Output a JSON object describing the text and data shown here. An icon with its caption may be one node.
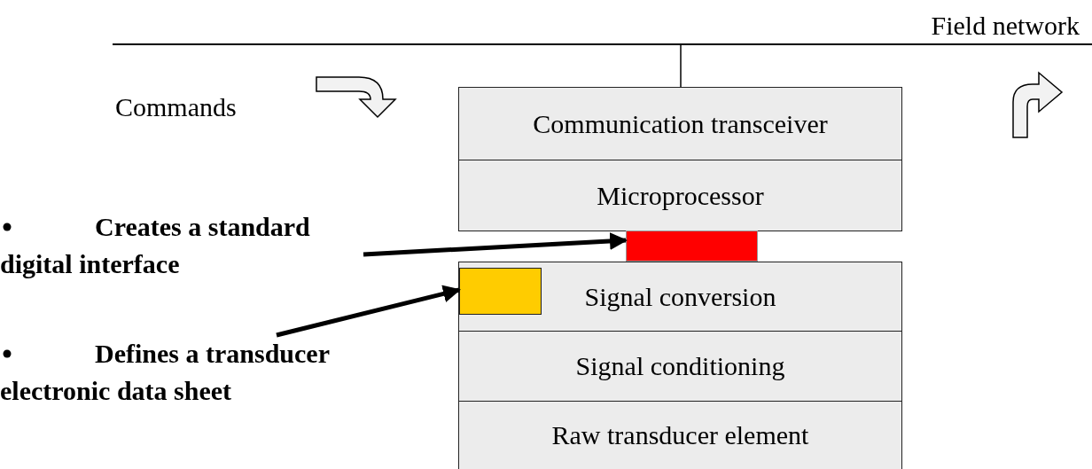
{
  "diagram": {
    "nodes": [
      {
        "text": [
          "Field network"
        ]
      },
      {
        "text": [
          "Communication transceiver"
        ]
      },
      {
        "text": [
          "Microprocessor"
        ]
      },
      {
        "text": [],
        "shape": "box"
      },
      {
        "text": [
          "Signal conversion"
        ]
      },
      {
        "text": [],
        "shape": "box",
        "in": 4
      },
      {
        "text": [
          "Signal conditioning"
        ]
      },
      {
        "text": [
          "Raw transducer element"
        ]
      },
      {
        "text": [
          "Creates a standard digital interface"
        ]
      },
      {
        "text": [
          "Defines a transducer electronic data sheet"
        ]
      }
    ],
    "edges": [
      {
        "from": 0,
        "to": 1,
        "arrow": "none"
      },
      {
        "from": 8,
        "to": 3,
        "arrow": "to"
      },
      {
        "from": 9,
        "to": 5,
        "arrow": "to"
      }
    ],
    "labels": [
      "Commands"
    ]
  }
}
